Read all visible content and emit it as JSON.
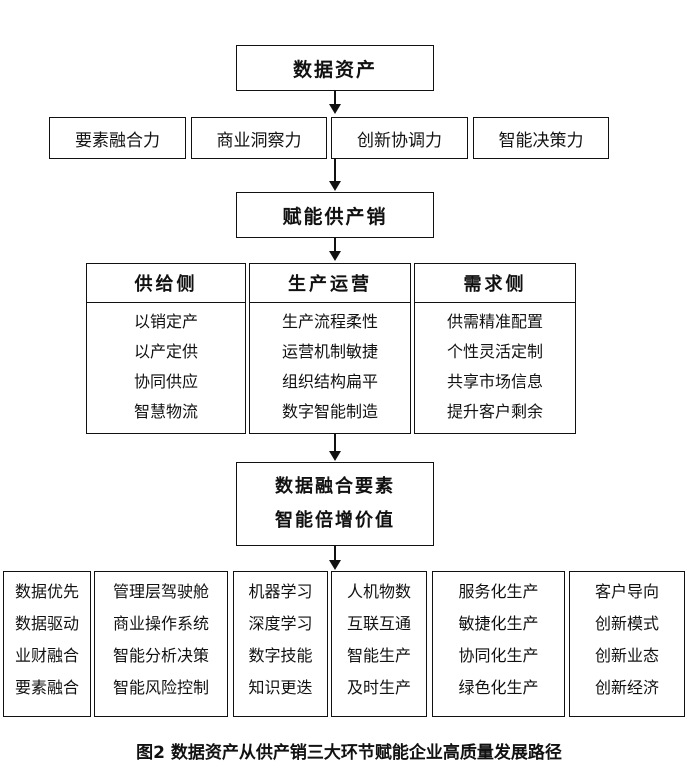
{
  "top": "数据资产",
  "capabilities": [
    "要素融合力",
    "商业洞察力",
    "创新协调力",
    "智能决策力"
  ],
  "middle": "赋能供产销",
  "columns": [
    {
      "title": "供给侧",
      "items": [
        "以销定产",
        "以产定供",
        "协同供应",
        "智慧物流"
      ]
    },
    {
      "title": "生产运营",
      "items": [
        "生产流程柔性",
        "运营机制敏捷",
        "组织结构扁平",
        "数字智能制造"
      ]
    },
    {
      "title": "需求侧",
      "items": [
        "供需精准配置",
        "个性灵活定制",
        "共享市场信息",
        "提升客户剩余"
      ]
    }
  ],
  "value": [
    "数据融合要素",
    "智能倍增价值"
  ],
  "bottom": [
    [
      "数据优先",
      "数据驱动",
      "业财融合",
      "要素融合"
    ],
    [
      "管理层驾驶舱",
      "商业操作系统",
      "智能分析决策",
      "智能风险控制"
    ],
    [
      "机器学习",
      "深度学习",
      "数字技能",
      "知识更迭"
    ],
    [
      "人机物数",
      "互联互通",
      "智能生产",
      "及时生产"
    ],
    [
      "服务化生产",
      "敏捷化生产",
      "协同化生产",
      "绿色化生产"
    ],
    [
      "客户导向",
      "创新模式",
      "创新业态",
      "创新经济"
    ]
  ],
  "caption": "图2  数据资产从供产销三大环节赋能企业高质量发展路径"
}
